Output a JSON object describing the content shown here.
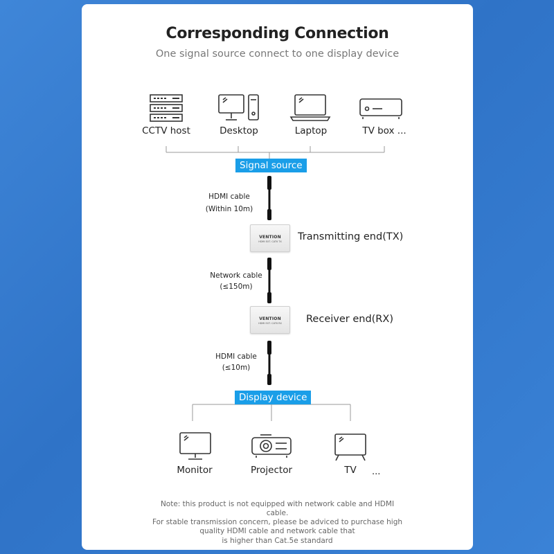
{
  "header": {
    "title": "Corresponding Connection",
    "subtitle": "One signal source connect to one display device"
  },
  "sources": [
    {
      "label": "CCTV host",
      "icon": "server-rack-icon"
    },
    {
      "label": "Desktop",
      "icon": "desktop-computer-icon"
    },
    {
      "label": "Laptop",
      "icon": "laptop-icon"
    },
    {
      "label": "TV box ...",
      "icon": "tv-box-icon"
    }
  ],
  "signal_source_label": "Signal source",
  "cable1": {
    "line1": "HDMI cable",
    "line2": "(Within 10m)"
  },
  "tx": {
    "label": "Transmitting end(TX)",
    "brand": "VENTION",
    "model": "HDMI EXT. CAT6 TX"
  },
  "cable2": {
    "line1": "Network cable",
    "line2": "(≤150m)"
  },
  "rx": {
    "label": "Receiver end(RX)",
    "brand": "VENTION",
    "model": "HDMI EXT. CAT6 RX"
  },
  "cable3": {
    "line1": "HDMI cable",
    "line2": "(≤10m)"
  },
  "display_device_label": "Display device",
  "displays": [
    {
      "label": "Monitor",
      "icon": "monitor-icon"
    },
    {
      "label": "Projector",
      "icon": "projector-icon"
    },
    {
      "label": "TV",
      "icon": "tv-icon"
    }
  ],
  "displays_more": "...",
  "note": {
    "line1": "Note: this product is not equipped with network cable and HDMI cable.",
    "line2": "For stable transmission concern, please be adviced to purchase high",
    "line3": "quality HDMI cable and network cable that",
    "line4": "is higher than Cat.5e standard"
  },
  "colors": {
    "accent": "#1a9ee8",
    "background": "#3a7fd2"
  }
}
